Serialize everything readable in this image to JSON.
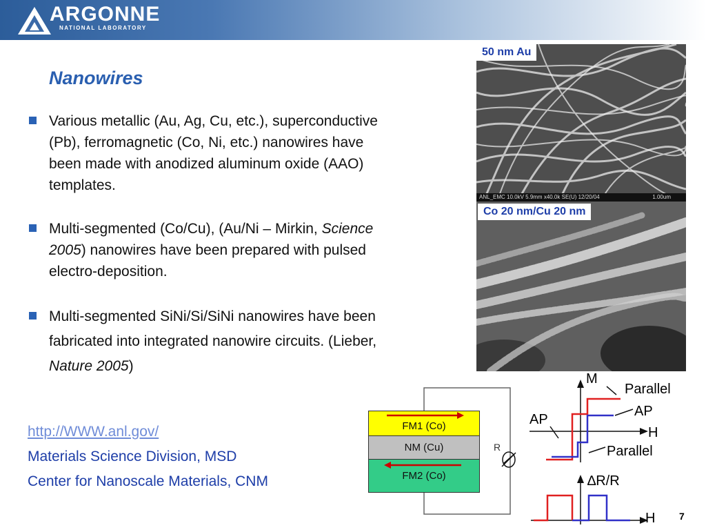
{
  "header": {
    "logo_text": "ARGONNE",
    "logo_subtext": "NATIONAL LABORATORY"
  },
  "title": "Nanowires",
  "bullets": [
    {
      "line1": "Various metallic (Au, Ag, Cu, etc.), superconductive",
      "line2": "(Pb), ferromagnetic (Co, Ni, etc.) nanowires have",
      "line3": "been made with anodized aluminum oxide (AAO)",
      "line4": "templates."
    },
    {
      "line1_pre": "Multi-segmented (Co/Cu), (Au/Ni – Mirkin, ",
      "line1_italic": "Science",
      "line2_italic": "2005",
      "line2_post": ") nanowires have been prepared with pulsed",
      "line3": "electro-deposition."
    },
    {
      "line1": "Multi-segmented SiNi/Si/SiNi nanowires have been",
      "line2": "fabricated into integrated nanowire circuits. (Lieber,",
      "line3_italic": "Nature 2005",
      "line3_post": ")"
    }
  ],
  "links": {
    "url": "http://WWW.anl.gov/",
    "division": "Materials Science Division, MSD",
    "center": "Center for Nanoscale Materials, CNM"
  },
  "images": {
    "top_label": "50 nm Au",
    "top_footer_left": "ANL_EMC 10.0kV 5.9mm x40.0k SE(U) 12/20/04",
    "top_footer_scale": "1.00um",
    "bottom_label": "Co 20 nm/Cu 20 nm"
  },
  "device": {
    "layer_top": "FM1 (Co)",
    "layer_mid": "NM (Cu)",
    "layer_bot": "FM2 (Co)",
    "resistor": "R",
    "colors": {
      "fm": "#ffff00",
      "nm": "#c0c0c0",
      "fm2": "#33cc88",
      "arrow": "#cc0000"
    }
  },
  "graphs": {
    "m_axis": "M",
    "h_axis": "H",
    "parallel_top": "Parallel",
    "ap_top": "AP",
    "ap_left": "AP",
    "parallel_bottom": "Parallel",
    "dr_axis": "∆R/R",
    "h_axis_bottom": "H",
    "colors": {
      "red": "#e02020",
      "blue": "#3030c8"
    }
  },
  "page_number": "7"
}
